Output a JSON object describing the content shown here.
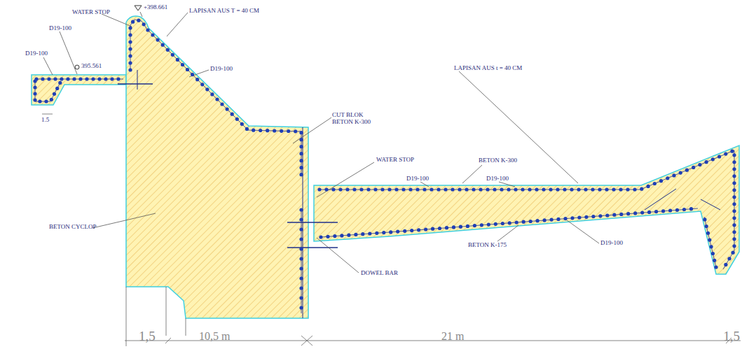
{
  "diagram": {
    "labels": [
      "WATER STOP",
      "+398.661",
      "LAPISAN AUS T = 40 CM",
      "D19-100",
      "D19-100",
      "395.561",
      "D19-100",
      "1.5",
      "CUT BLOK BETON K-300",
      "LAPISAN AUS t = 40 CM",
      "WATER STOP",
      "BETON K-300",
      "D19-100",
      "D19-100",
      "BETON CYCLOP",
      "BETON K-175",
      "D19-100",
      "DOWEL BAR",
      "1,5",
      "10,5 m",
      "21 m",
      "1,5"
    ]
  }
}
